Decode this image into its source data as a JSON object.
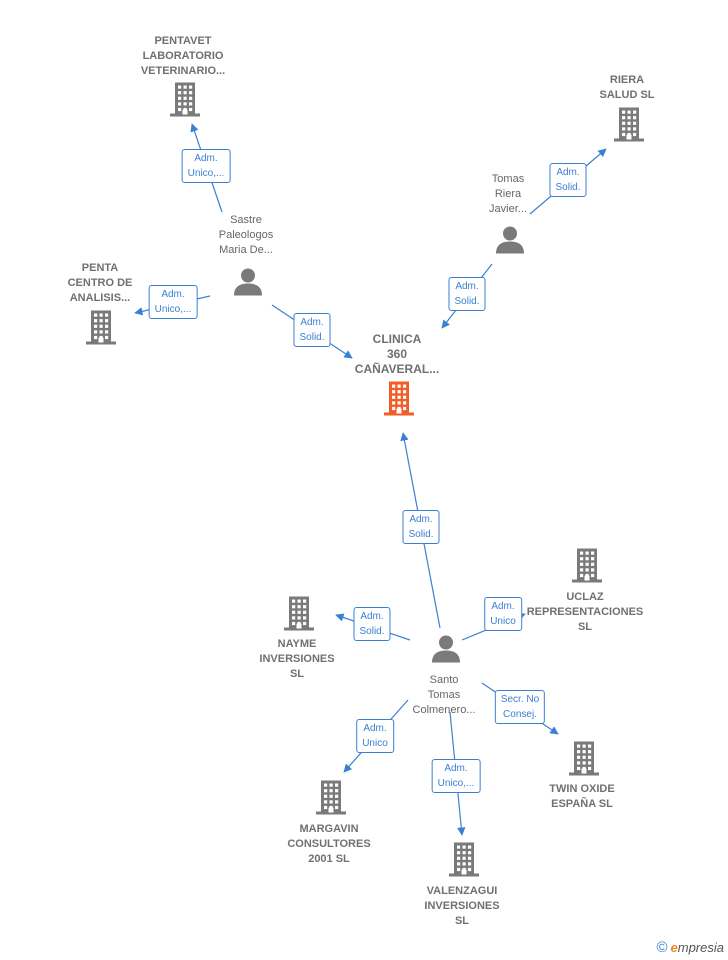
{
  "colors": {
    "company": "#7a7a7a",
    "main_company": "#f25c27",
    "person": "#7a7a7a",
    "edge": "#3a80d2"
  },
  "nodes": [
    {
      "id": "clinica",
      "type": "company",
      "main": true,
      "label": [
        "CLINICA",
        "360",
        "CAÑAVERAL..."
      ]
    },
    {
      "id": "pentavet",
      "type": "company",
      "label": [
        "PENTAVET",
        "LABORATORIO",
        "VETERINARIO..."
      ]
    },
    {
      "id": "riera",
      "type": "company",
      "label": [
        "RIERA",
        "SALUD  SL"
      ]
    },
    {
      "id": "sastre",
      "type": "person",
      "label": [
        "Sastre",
        "Paleologos",
        "Maria De..."
      ]
    },
    {
      "id": "tomas",
      "type": "person",
      "label": [
        "Tomas",
        "Riera",
        "Javier..."
      ]
    },
    {
      "id": "penta",
      "type": "company",
      "label": [
        "PENTA",
        "CENTRO DE",
        "ANALISIS..."
      ]
    },
    {
      "id": "uclaz",
      "type": "company",
      "label": [
        "UCLAZ",
        "REPRESENTACIONES",
        "SL"
      ]
    },
    {
      "id": "nayme",
      "type": "company",
      "label": [
        "NAYME",
        "INVERSIONES",
        "SL"
      ]
    },
    {
      "id": "santo",
      "type": "person",
      "label": [
        "Santo",
        "Tomas",
        "Colmenero..."
      ]
    },
    {
      "id": "twin",
      "type": "company",
      "label": [
        "TWIN OXIDE",
        "ESPAÑA SL"
      ]
    },
    {
      "id": "margavin",
      "type": "company",
      "label": [
        "MARGAVIN",
        "CONSULTORES",
        "2001 SL"
      ]
    },
    {
      "id": "valenzagui",
      "type": "company",
      "label": [
        "VALENZAGUI",
        "INVERSIONES",
        "SL"
      ]
    }
  ],
  "edges": [
    {
      "from": "sastre",
      "to": "pentavet",
      "label": [
        "Adm.",
        "Unico,..."
      ]
    },
    {
      "from": "sastre",
      "to": "penta",
      "label": [
        "Adm.",
        "Unico,..."
      ]
    },
    {
      "from": "sastre",
      "to": "clinica",
      "label": [
        "Adm.",
        "Solid."
      ]
    },
    {
      "from": "tomas",
      "to": "riera",
      "label": [
        "Adm.",
        "Solid."
      ]
    },
    {
      "from": "tomas",
      "to": "clinica",
      "label": [
        "Adm.",
        "Solid."
      ]
    },
    {
      "from": "santo",
      "to": "clinica",
      "label": [
        "Adm.",
        "Solid."
      ]
    },
    {
      "from": "santo",
      "to": "uclaz",
      "label": [
        "Adm.",
        "Unico"
      ]
    },
    {
      "from": "santo",
      "to": "nayme",
      "label": [
        "Adm.",
        "Solid."
      ]
    },
    {
      "from": "santo",
      "to": "twin",
      "label": [
        "Secr.  No",
        "Consej."
      ]
    },
    {
      "from": "santo",
      "to": "margavin",
      "label": [
        "Adm.",
        "Unico"
      ]
    },
    {
      "from": "santo",
      "to": "valenzagui",
      "label": [
        "Adm.",
        "Unico,..."
      ]
    }
  ],
  "footer": {
    "copyright": "©",
    "brand_initial": "e",
    "brand_rest": "mpresia"
  }
}
